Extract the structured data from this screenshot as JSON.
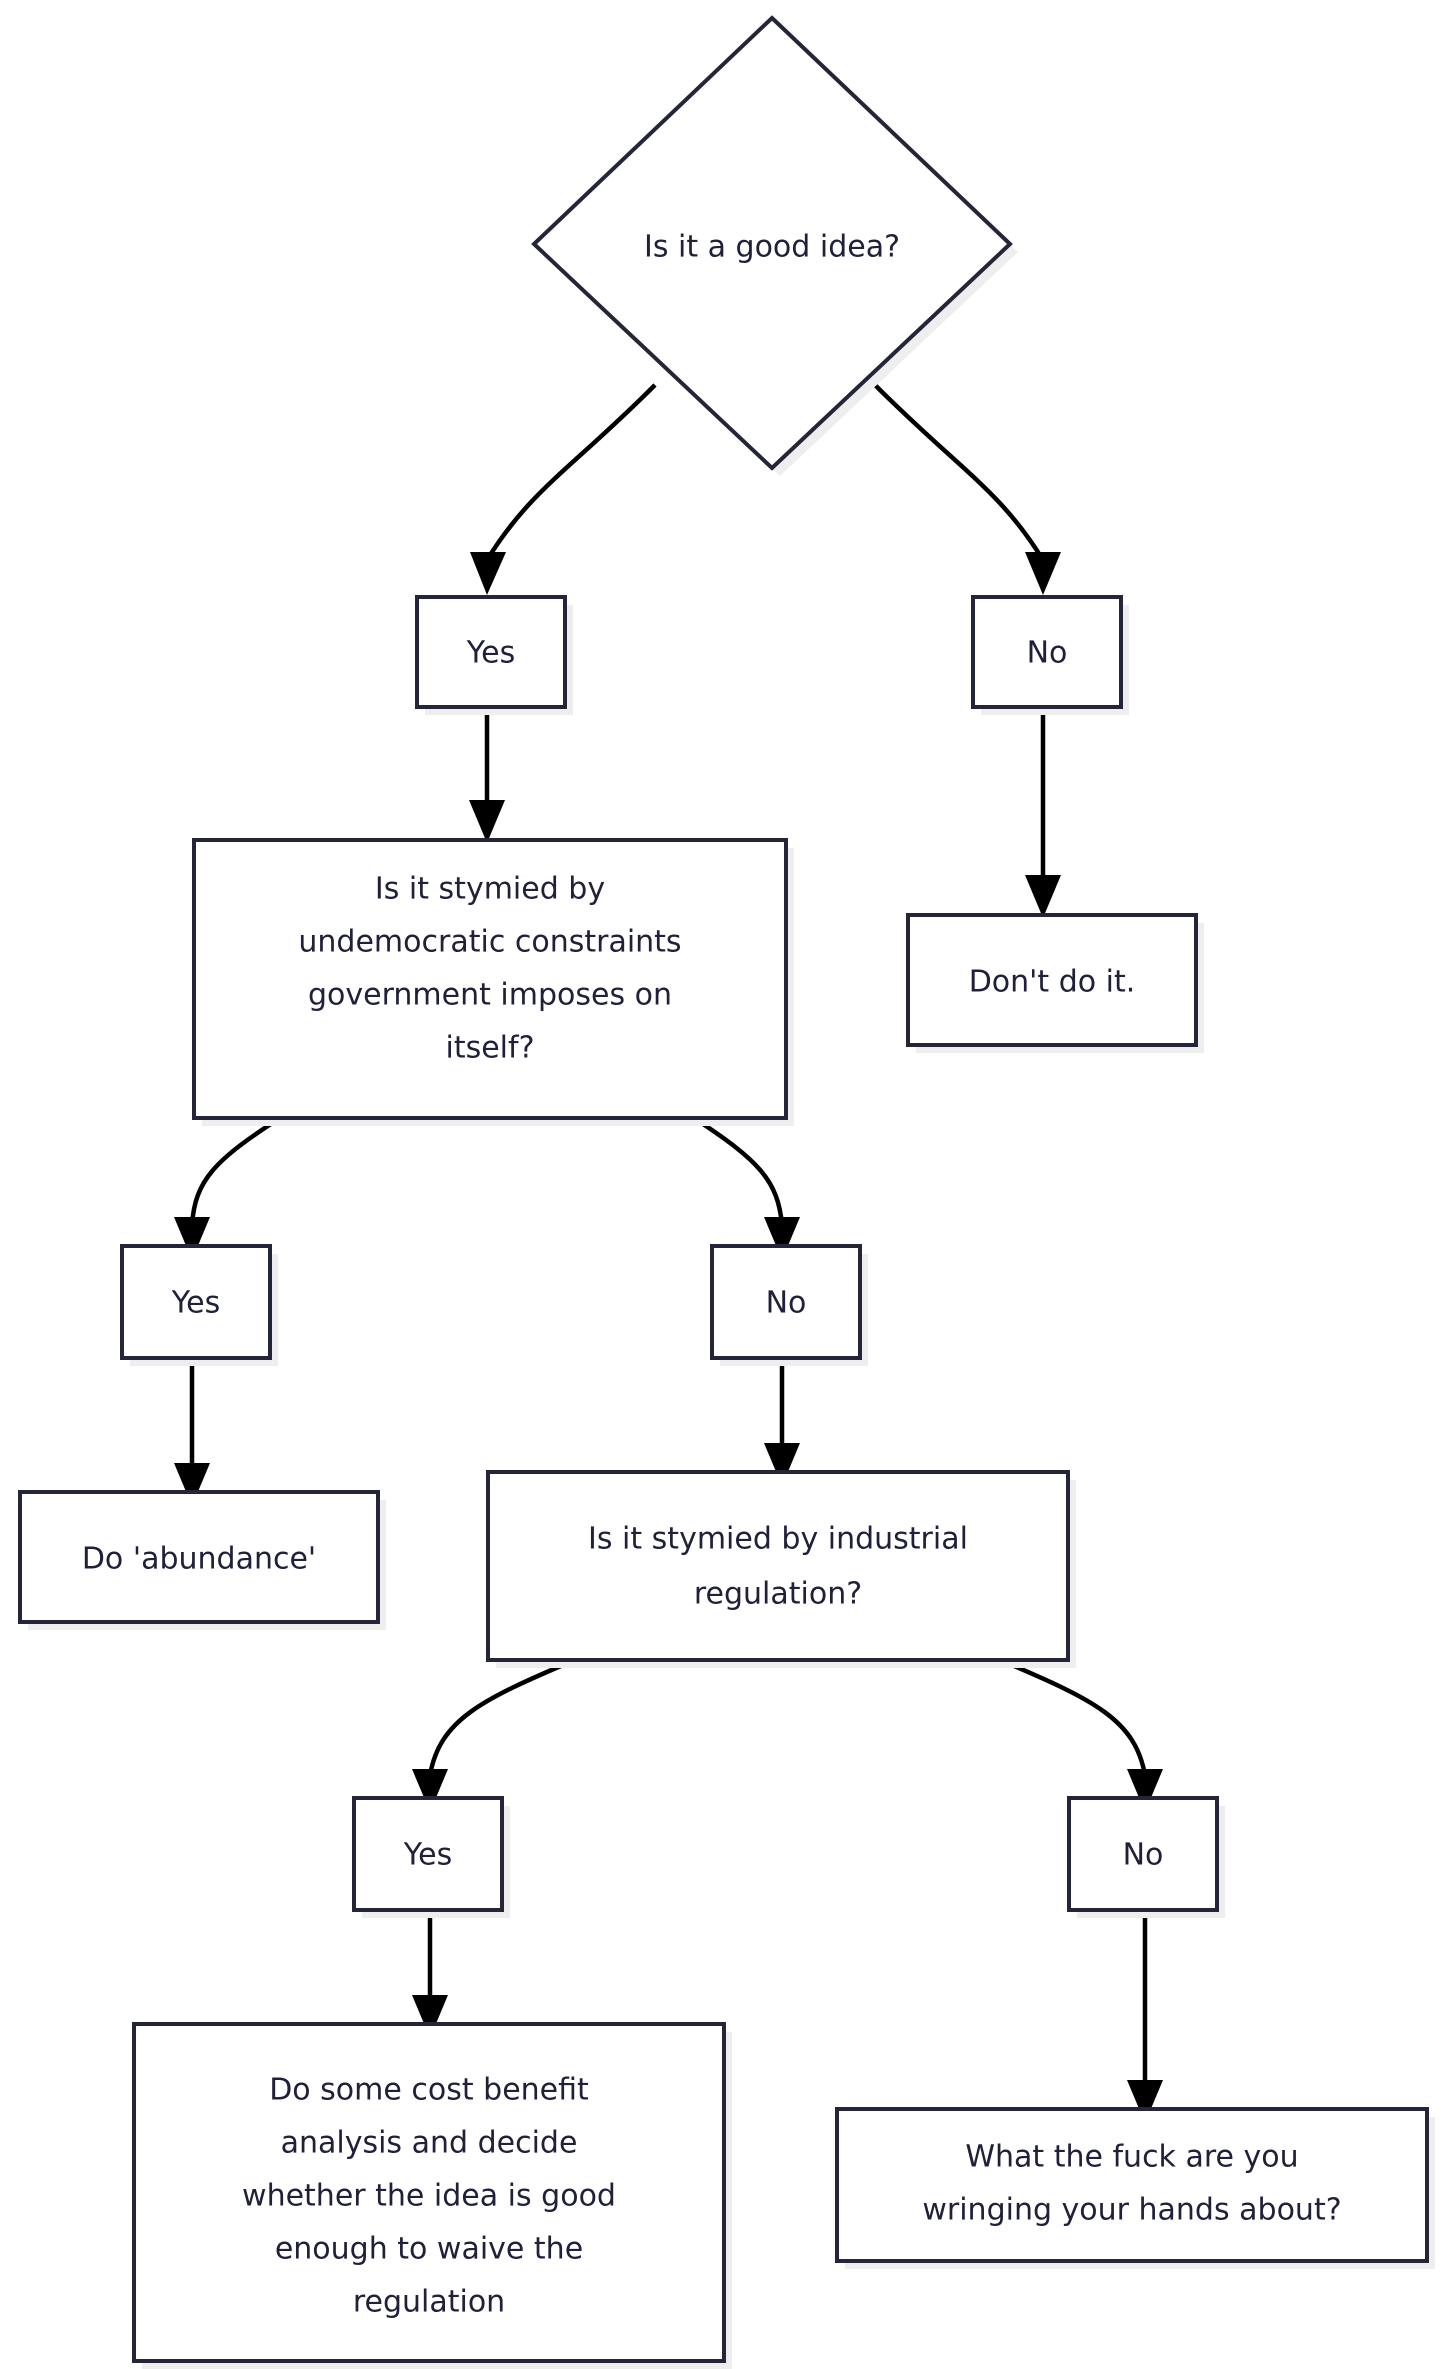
{
  "diagram": {
    "type": "flowchart",
    "title": "",
    "background_color": "#ffffff",
    "node_border_color": "#252539",
    "node_fill_color": "#ffffff",
    "node_shadow_color": "#eeeeee",
    "text_color": "#20203a",
    "edge_color": "#000000",
    "nodes": [
      {
        "id": "q_good_idea",
        "shape": "diamond",
        "label": "Is it a good idea?"
      },
      {
        "id": "yes_1",
        "shape": "rectangle",
        "label": "Yes"
      },
      {
        "id": "no_1",
        "shape": "rectangle",
        "label": "No"
      },
      {
        "id": "q_undemocratic",
        "shape": "rectangle",
        "label": "Is it stymied by undemocratic constraints government imposes on itself?",
        "lines": [
          "Is it stymied by",
          "undemocratic constraints",
          "government imposes on",
          "itself?"
        ]
      },
      {
        "id": "dont_do_it",
        "shape": "rectangle",
        "label": "Don't do it."
      },
      {
        "id": "yes_2",
        "shape": "rectangle",
        "label": "Yes"
      },
      {
        "id": "no_2",
        "shape": "rectangle",
        "label": "No"
      },
      {
        "id": "do_abundance",
        "shape": "rectangle",
        "label": "Do 'abundance'"
      },
      {
        "id": "q_industrial",
        "shape": "rectangle",
        "label": "Is it stymied by industrial regulation?",
        "lines": [
          "Is it stymied by industrial",
          "regulation?"
        ]
      },
      {
        "id": "yes_3",
        "shape": "rectangle",
        "label": "Yes"
      },
      {
        "id": "no_3",
        "shape": "rectangle",
        "label": "No"
      },
      {
        "id": "cost_benefit",
        "shape": "rectangle",
        "label": "Do some cost benefit analysis and decide whether the idea is good enough to waive the regulation",
        "lines": [
          "Do some cost benefit",
          "analysis and decide",
          "whether the idea is good",
          "enough to waive the",
          "regulation"
        ]
      },
      {
        "id": "wtf",
        "shape": "rectangle",
        "label": "What the fuck are you wringing your hands about?",
        "lines": [
          "What the fuck are you",
          "wringing your hands about?"
        ]
      }
    ],
    "edges": [
      {
        "from": "q_good_idea",
        "to": "yes_1",
        "label": ""
      },
      {
        "from": "q_good_idea",
        "to": "no_1",
        "label": ""
      },
      {
        "from": "yes_1",
        "to": "q_undemocratic",
        "label": ""
      },
      {
        "from": "no_1",
        "to": "dont_do_it",
        "label": ""
      },
      {
        "from": "q_undemocratic",
        "to": "yes_2",
        "label": ""
      },
      {
        "from": "q_undemocratic",
        "to": "no_2",
        "label": ""
      },
      {
        "from": "yes_2",
        "to": "do_abundance",
        "label": ""
      },
      {
        "from": "no_2",
        "to": "q_industrial",
        "label": ""
      },
      {
        "from": "q_industrial",
        "to": "yes_3",
        "label": ""
      },
      {
        "from": "q_industrial",
        "to": "no_3",
        "label": ""
      },
      {
        "from": "yes_3",
        "to": "cost_benefit",
        "label": ""
      },
      {
        "from": "no_3",
        "to": "wtf",
        "label": ""
      }
    ],
    "labels": {
      "q_good_idea": "Is it a good idea?",
      "yes_1": "Yes",
      "no_1": "No",
      "q_undemocratic_l1": "Is it stymied by",
      "q_undemocratic_l2": "undemocratic constraints",
      "q_undemocratic_l3": "government imposes on",
      "q_undemocratic_l4": "itself?",
      "dont_do_it": "Don't do it.",
      "yes_2": "Yes",
      "no_2": "No",
      "do_abundance": "Do 'abundance'",
      "q_industrial_l1": "Is it stymied by industrial",
      "q_industrial_l2": "regulation?",
      "yes_3": "Yes",
      "no_3": "No",
      "cost_benefit_l1": "Do some cost benefit",
      "cost_benefit_l2": "analysis and decide",
      "cost_benefit_l3": "whether the idea is good",
      "cost_benefit_l4": "enough to waive the",
      "cost_benefit_l5": "regulation",
      "wtf_l1": "What the fuck are you",
      "wtf_l2": "wringing your hands about?"
    }
  }
}
